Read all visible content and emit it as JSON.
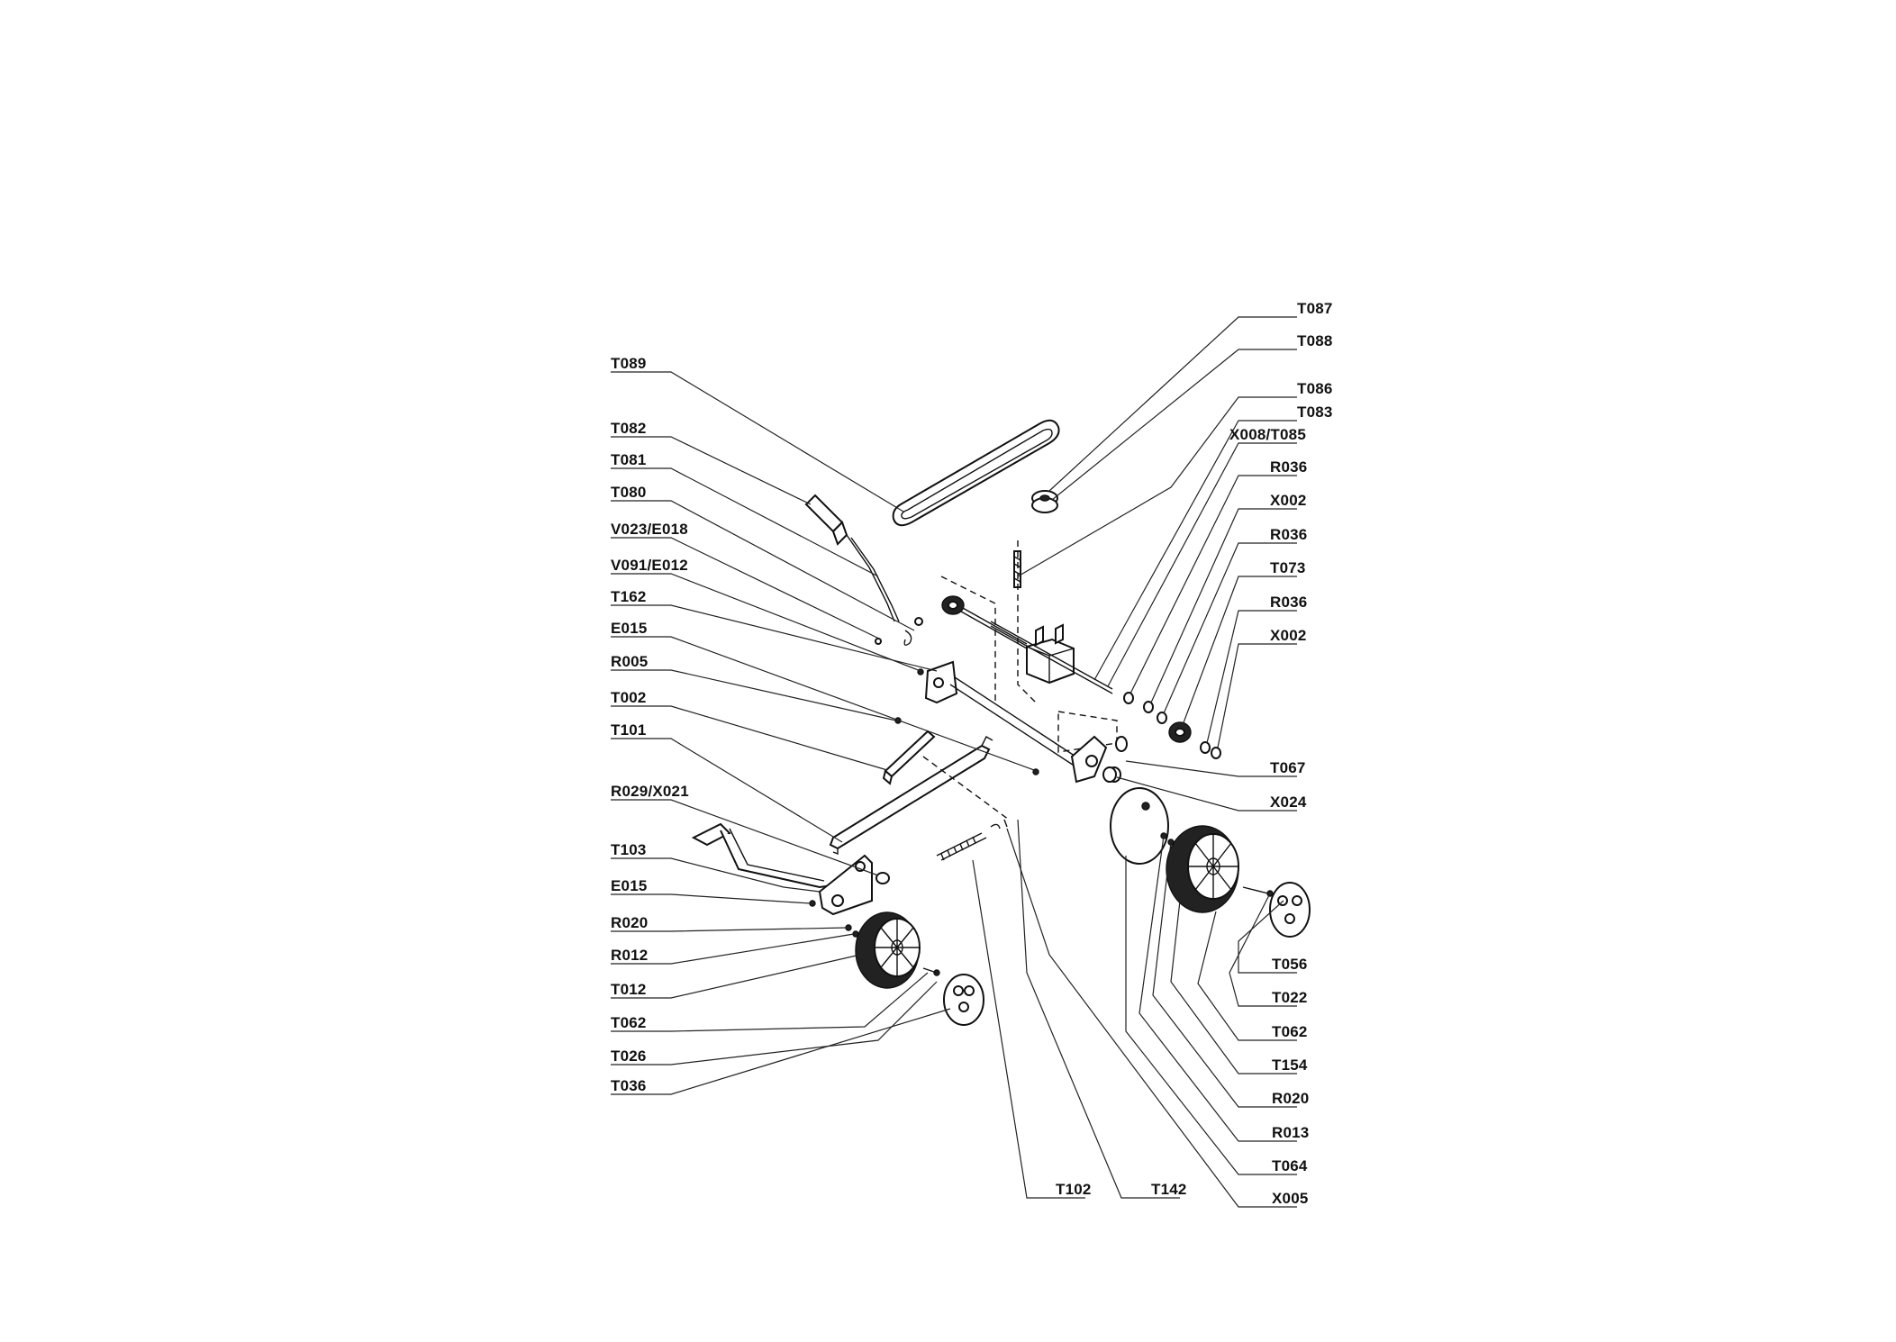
{
  "diagram": {
    "labels": {
      "t087": "T087",
      "t088": "T088",
      "t089": "T089",
      "t086": "T086",
      "t083": "T083",
      "x008_t085": "X008/T085",
      "r036_a": "R036",
      "x002_a": "X002",
      "r036_b": "R036",
      "t073": "T073",
      "r036_c": "R036",
      "x002_b": "X002",
      "t082": "T082",
      "t081": "T081",
      "t080": "T080",
      "v023_e018": "V023/E018",
      "v091_e012": "V091/E012",
      "t162": "T162",
      "e015_a": "E015",
      "r005": "R005",
      "t002": "T002",
      "t101": "T101",
      "r029_x021": "R029/X021",
      "t103": "T103",
      "e015_b": "E015",
      "r020_a": "R020",
      "r012": "R012",
      "t012": "T012",
      "t062_a": "T062",
      "t026": "T026",
      "t036": "T036",
      "t067": "T067",
      "x024": "X024",
      "t056": "T056",
      "t022": "T022",
      "t062_b": "T062",
      "t154": "T154",
      "r020_b": "R020",
      "r013": "R013",
      "t064": "T064",
      "x005": "X005",
      "t102": "T102",
      "t142": "T142"
    }
  }
}
